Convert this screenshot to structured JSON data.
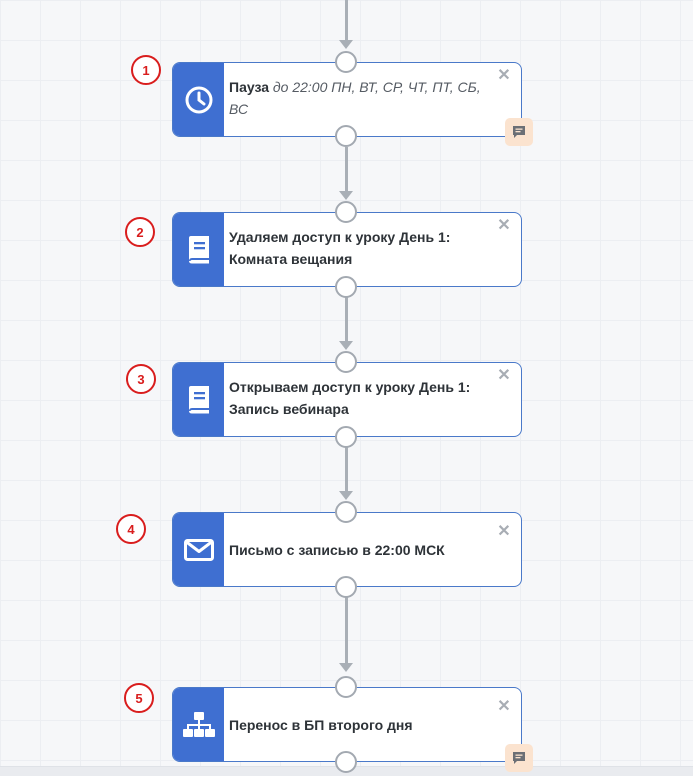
{
  "colors": {
    "accent": "#3f6fd1",
    "badge": "#d91d1d",
    "edge": "#a9afb6",
    "comment_bg": "#fbe3cf"
  },
  "steps": [
    {
      "badge": "1",
      "icon": "clock-icon",
      "label": "Пауза",
      "detail": "до 22:00 ПН, ВТ, СР, ЧТ, ПТ, СБ, ВС",
      "has_comment": true
    },
    {
      "badge": "2",
      "icon": "book-icon",
      "label": "Удаляем доступ к уроку День 1: Комната вещания",
      "has_comment": false
    },
    {
      "badge": "3",
      "icon": "book-icon",
      "label": "Открываем доступ к уроку День 1: Запись вебинара",
      "has_comment": false
    },
    {
      "badge": "4",
      "icon": "envelope-icon",
      "label": "Письмо с записью в 22:00 МСК",
      "has_comment": false
    },
    {
      "badge": "5",
      "icon": "org-chart-icon",
      "label": "Перенос в БП второго дня",
      "has_comment": true
    }
  ],
  "close_symbol": "✕"
}
